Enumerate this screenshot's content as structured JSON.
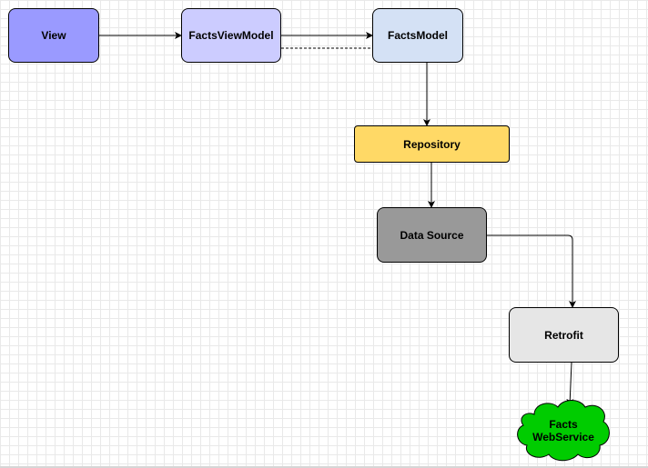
{
  "nodes": {
    "view": {
      "label": "View",
      "fill": "#9a9aff"
    },
    "facts_view_model": {
      "label": "FactsViewModel",
      "fill": "#ccccff"
    },
    "facts_model": {
      "label": "FactsModel",
      "fill": "#d4e1f5"
    },
    "repository": {
      "label": "Repository",
      "fill": "#ffd966"
    },
    "data_source": {
      "label": "Data Source",
      "fill": "#999999"
    },
    "retrofit": {
      "label": "Retrofit",
      "fill": "#e6e6e6"
    },
    "facts_web_service": {
      "label_line1": "Facts",
      "label_line2": "WebService",
      "fill": "#00cc00"
    }
  },
  "connectors": [
    {
      "from": "view",
      "to": "facts_view_model",
      "style": "solid"
    },
    {
      "from": "facts_view_model",
      "to": "facts_model",
      "style": "solid"
    },
    {
      "from": "facts_model",
      "to": "facts_view_model",
      "style": "dashed"
    },
    {
      "from": "facts_model",
      "to": "repository",
      "style": "solid"
    },
    {
      "from": "repository",
      "to": "data_source",
      "style": "solid"
    },
    {
      "from": "data_source",
      "to": "retrofit",
      "style": "solid"
    },
    {
      "from": "retrofit",
      "to": "facts_web_service",
      "style": "solid"
    }
  ]
}
